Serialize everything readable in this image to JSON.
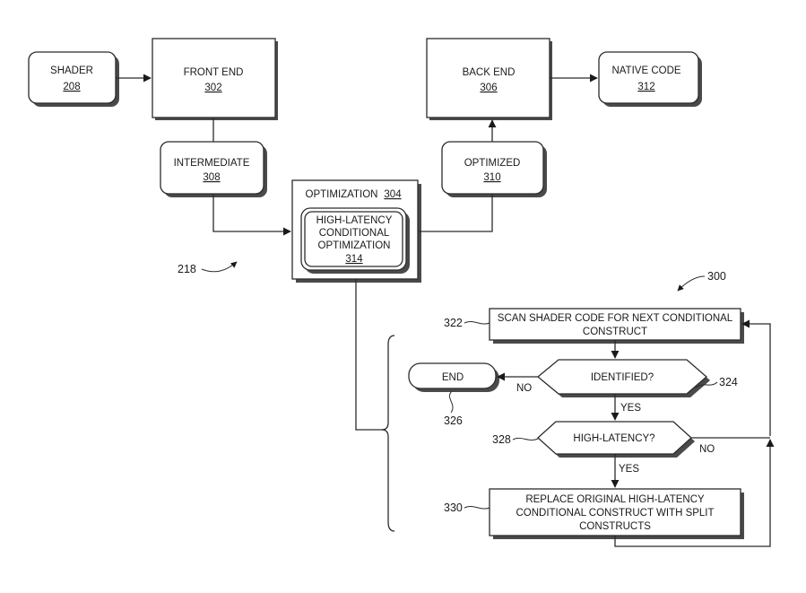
{
  "compiler_flow": {
    "shader": {
      "label": "SHADER",
      "ref": "208"
    },
    "front_end": {
      "label": "FRONT END",
      "ref": "302"
    },
    "intermediate": {
      "label": "INTERMEDIATE",
      "ref": "308"
    },
    "optimization": {
      "label": "OPTIMIZATION",
      "ref": "304"
    },
    "high_latency_optimization": {
      "line1": "HIGH-LATENCY",
      "line2": "CONDITIONAL",
      "line3": "OPTIMIZATION",
      "ref": "314"
    },
    "optimized": {
      "label": "OPTIMIZED",
      "ref": "310"
    },
    "back_end": {
      "label": "BACK END",
      "ref": "306"
    },
    "native_code": {
      "label": "NATIVE CODE",
      "ref": "312"
    },
    "figure_ref": "218"
  },
  "method_flow": {
    "figure_ref": "300",
    "scan": {
      "line1": "SCAN SHADER CODE FOR NEXT CONDITIONAL",
      "line2": "CONSTRUCT",
      "ref": "322"
    },
    "identified": {
      "label": "IDENTIFIED?",
      "ref": "324"
    },
    "end": {
      "label": "END",
      "ref": "326"
    },
    "high_latency": {
      "label": "HIGH-LATENCY?",
      "ref": "328"
    },
    "replace": {
      "line1": "REPLACE ORIGINAL HIGH-LATENCY",
      "line2": "CONDITIONAL CONSTRUCT WITH SPLIT",
      "line3": "CONSTRUCTS",
      "ref": "330"
    },
    "labels": {
      "no_end": "NO",
      "yes_identified": "YES",
      "no_latency": "NO",
      "yes_latency": "YES"
    }
  }
}
